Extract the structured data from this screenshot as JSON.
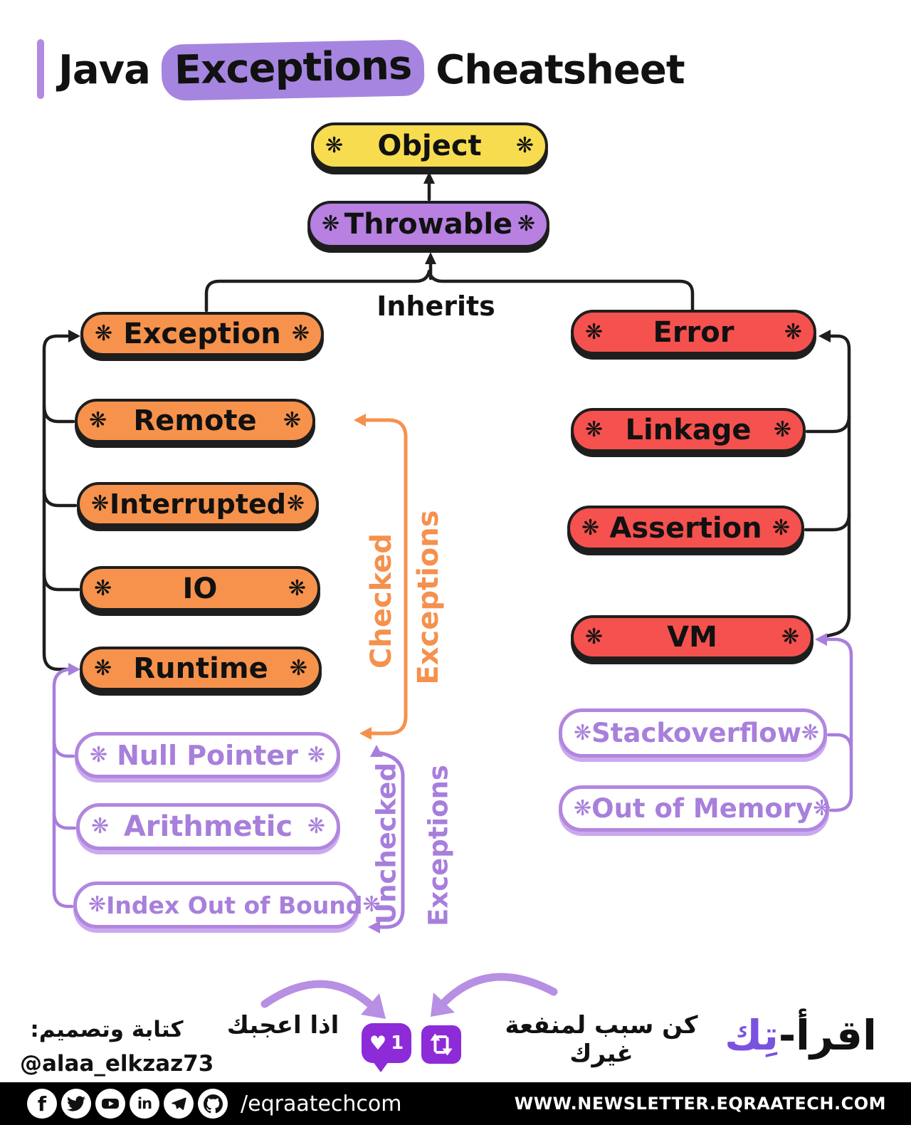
{
  "title": {
    "word1": "Java",
    "highlight": "Exceptions",
    "word2": "Cheatsheet"
  },
  "decor": {
    "asterisk": "❋",
    "heart": "♥"
  },
  "labels": {
    "inherits": "Inherits",
    "checked_line1": "Checked",
    "checked_line2": "Exceptions",
    "unchecked_line1": "Unchecked",
    "unchecked_line2": "Exceptions"
  },
  "nodes": {
    "object": {
      "label": "Object"
    },
    "throwable": {
      "label": "Throwable"
    },
    "exception": {
      "label": "Exception"
    },
    "remote": {
      "label": "Remote"
    },
    "interrupted": {
      "label": "Interrupted"
    },
    "io": {
      "label": "IO"
    },
    "runtime": {
      "label": "Runtime"
    },
    "null_pointer": {
      "label": "Null Pointer"
    },
    "arithmetic": {
      "label": "Arithmetic"
    },
    "index_out_of_bound": {
      "label": "Index Out of Bound"
    },
    "error": {
      "label": "Error"
    },
    "linkage": {
      "label": "Linkage"
    },
    "assertion": {
      "label": "Assertion"
    },
    "vm": {
      "label": "VM"
    },
    "stackoverflow": {
      "label": "Stackoverflow"
    },
    "out_of_memory": {
      "label": "Out of Memory"
    }
  },
  "bottom": {
    "credit_label": "كتابة وتصميم:",
    "credit_handle": "@alaa_elkzaz73",
    "like_prompt": "اذا اعجبك",
    "share_prompt": "كن سبب لمنفعة غيرك",
    "like_count": "1",
    "brand_black": "اقرأ",
    "brand_dash": "-",
    "brand_purple": "تِك"
  },
  "footer": {
    "handle": "/eqraatechcom",
    "url": "WWW.NEWSLETTER.EQRAATECH.COM",
    "icon_glyphs": {
      "facebook": "f",
      "linkedin": "in"
    }
  },
  "colors": {
    "yellow": "#f8dc50",
    "purple_box": "#b780e1",
    "orange": "#f6924c",
    "red": "#f5514e",
    "outline_purple": "#b286df",
    "outline_text": "#a87fdb",
    "checked_label": "#f5914e",
    "unchecked_label": "#a87edc",
    "big_arrow": "#b78fe3",
    "badge": "#8d2bd9",
    "brand_purple": "#7a52e0",
    "highlight": "#a685e0",
    "line_black": "#1e1e1e",
    "footer_bg": "#000000"
  }
}
